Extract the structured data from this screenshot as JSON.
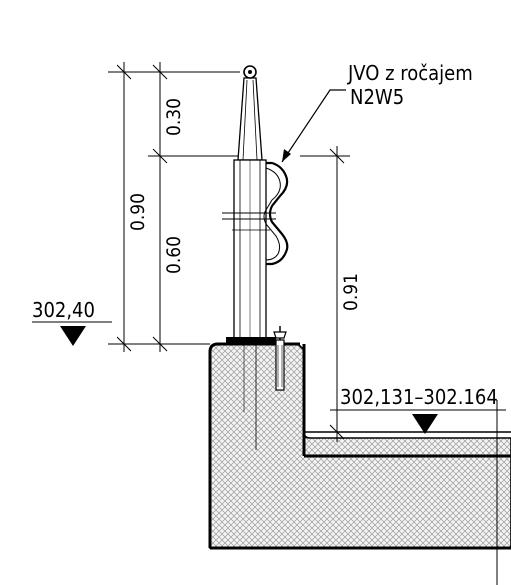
{
  "annotation": {
    "line1": "JVO z ročajem",
    "line2": "N2W5"
  },
  "dimensions": {
    "top_segment": "0.30",
    "bottom_segment": "0.60",
    "overall": "0.90",
    "guardrail_height": "0.91"
  },
  "elevations": {
    "deck_edge": "302,40",
    "road_surface": "302,131–302.164"
  },
  "colors": {
    "line": "#000000",
    "concrete_hatch": "#b8b8b8",
    "background": "#ffffff"
  }
}
